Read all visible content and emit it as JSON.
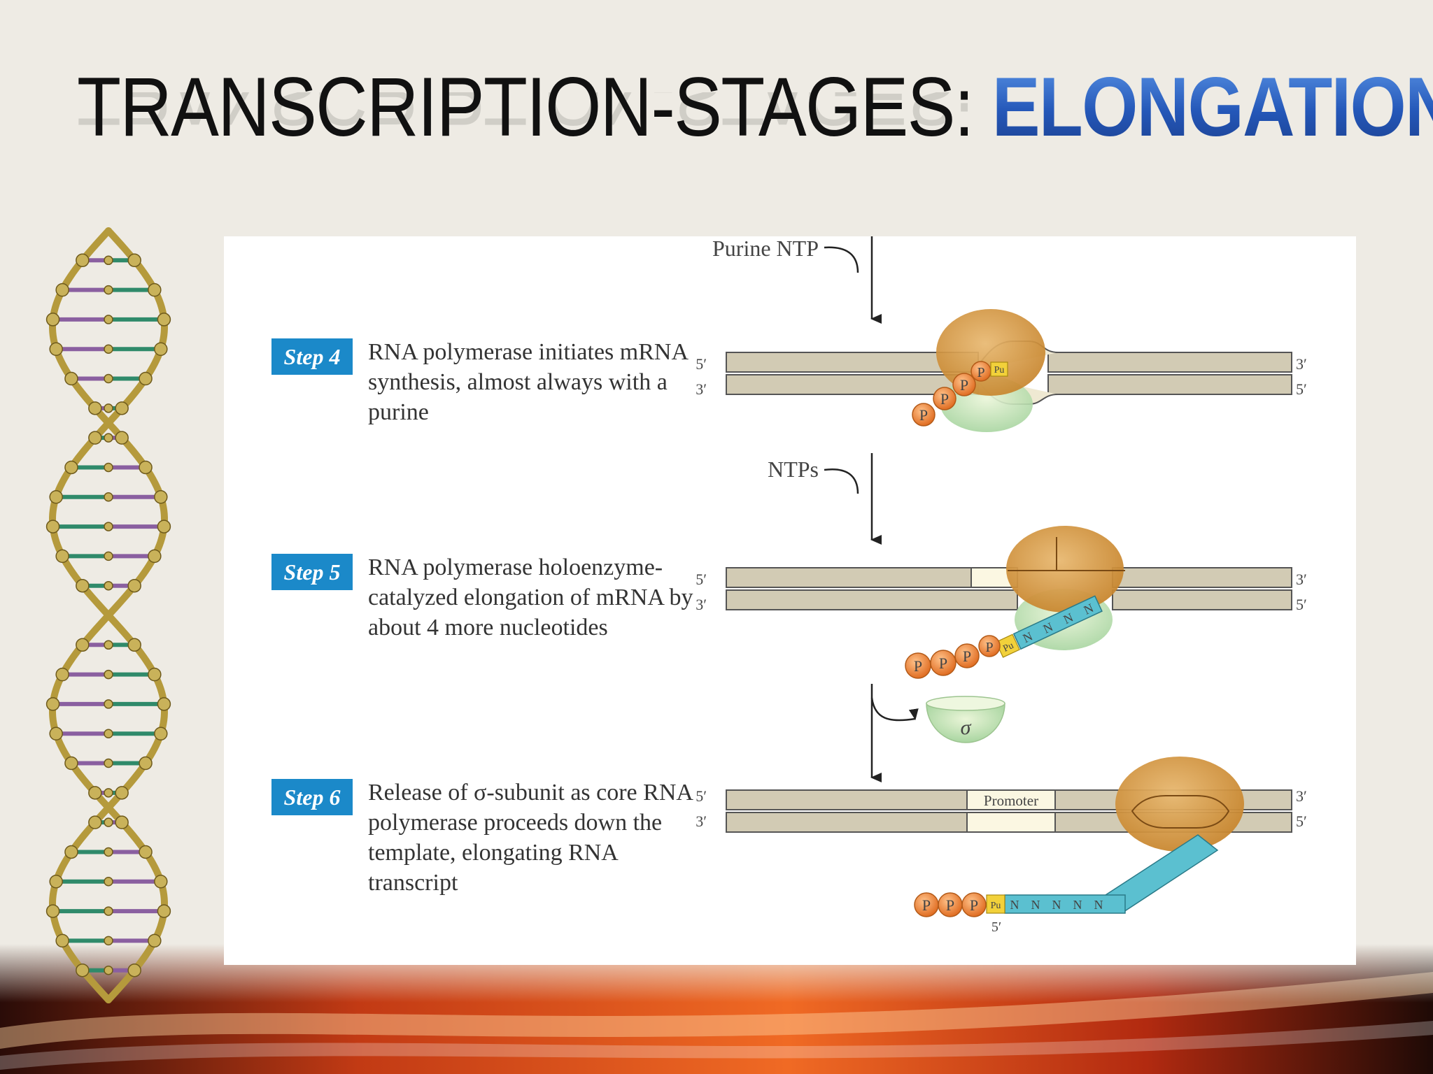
{
  "slide": {
    "title_main": "TRANSCRIPTION-STAGES:",
    "title_accent": "ELONGATION"
  },
  "steps": [
    {
      "badge": "Step 4",
      "text": "RNA polymerase initiates mRNA synthesis, almost always with a purine"
    },
    {
      "badge": "Step 5",
      "text": "RNA polymerase holoenzyme-catalyzed elongation of mRNA by about 4 more nucleotides"
    },
    {
      "badge": "Step 6",
      "text": "Release of σ-subunit as core RNA polymerase proceeds down the template, elongating RNA transcript"
    }
  ],
  "diagram": {
    "purine_ntp": "Purine NTP",
    "ntps": "NTPs",
    "sigma": "σ",
    "promoter": "Promoter",
    "five_prime": "5′",
    "three_prime": "3′",
    "phosphate": "P",
    "purine": "Pu",
    "nucleotide": "N"
  },
  "colors": {
    "step_badge": "#1b89c9",
    "title_accent": "#2f68c6",
    "dna_strand": "#cfc8b0",
    "polymerase": "#d39a4a",
    "sigma_subunit": "#bfe0a8",
    "phosphate": "#f08a3c",
    "purine": "#f2d13a",
    "rna_transcript": "#5bc0d0"
  }
}
